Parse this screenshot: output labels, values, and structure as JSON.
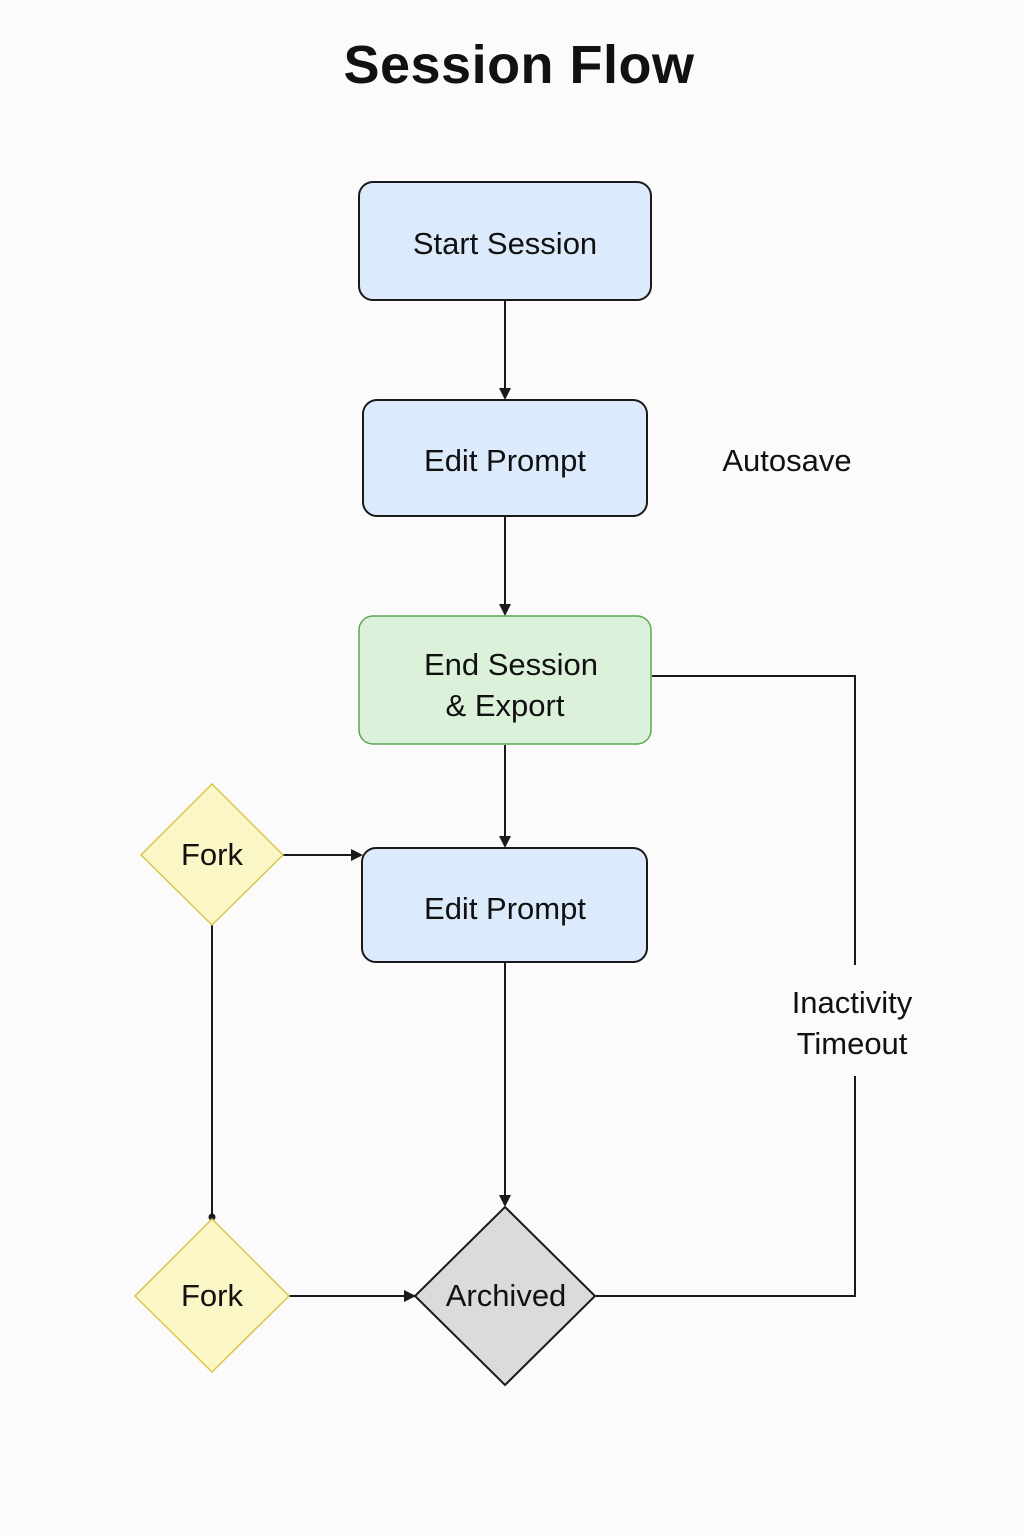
{
  "title": "Session Flow",
  "colors": {
    "process_fill": "#dcebfb",
    "process_stroke": "#1a1a1a",
    "end_fill": "#dcf1d9",
    "end_stroke": "#5aa84f",
    "fork_fill": "#fbf6c6",
    "fork_stroke": "#d9c64a",
    "archived_fill": "#dbdbd9",
    "archived_stroke": "#1a1a1a",
    "line": "#1a1a1a"
  },
  "nodes": {
    "start_session": {
      "shape": "rounded-rectangle",
      "label": "Start Session"
    },
    "edit_prompt_1": {
      "shape": "rounded-rectangle",
      "label": "Edit Prompt"
    },
    "end_session_export": {
      "shape": "rounded-rectangle",
      "label_line1": "End Session",
      "label_line2": "& Export"
    },
    "edit_prompt_2": {
      "shape": "rounded-rectangle",
      "label": "Edit Prompt"
    },
    "fork_1": {
      "shape": "diamond",
      "label": "Fork"
    },
    "fork_2": {
      "shape": "diamond",
      "label": "Fork"
    },
    "archived": {
      "shape": "diamond",
      "label": "Archived"
    }
  },
  "labels": {
    "autosave": "Autosave",
    "inactivity_line1": "Inactivity",
    "inactivity_line2": "Timeout"
  },
  "edges": [
    {
      "from": "start_session",
      "to": "edit_prompt_1",
      "arrow": true
    },
    {
      "from": "edit_prompt_1",
      "to": "end_session_export",
      "arrow": true
    },
    {
      "from": "end_session_export",
      "to": "edit_prompt_2",
      "arrow": true
    },
    {
      "from": "fork_1",
      "to": "edit_prompt_2",
      "arrow": true
    },
    {
      "from": "fork_1",
      "to": "fork_2",
      "arrow": false
    },
    {
      "from": "edit_prompt_2",
      "to": "archived",
      "arrow": true
    },
    {
      "from": "fork_2",
      "to": "archived",
      "arrow": true
    },
    {
      "from": "end_session_export",
      "to": "archived",
      "arrow": false,
      "label": "Inactivity Timeout"
    }
  ]
}
